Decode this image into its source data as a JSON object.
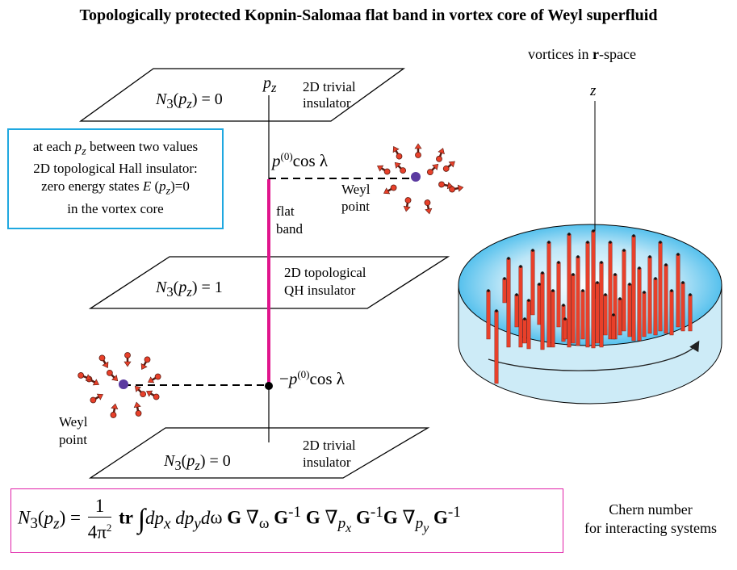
{
  "title": "Topologically protected Kopnin-Salomaa flat band in vortex core of Weyl superfluid",
  "info_box": {
    "lines": [
      "at each p_z between two values",
      "2D topological Hall insulator:",
      "zero energy states E (p_z)=0",
      "in the vortex core"
    ]
  },
  "planes": {
    "top": {
      "left_label": "N₃(p_z) = 0",
      "right_label_1": "2D trivial",
      "right_label_2": "insulator"
    },
    "middle": {
      "left_label": "N₃(p_z) = 1",
      "right_label_1": "2D topological",
      "right_label_2": "QH insulator"
    },
    "bottom": {
      "left_label": "N₃(p_z) = 0",
      "right_label_1": "2D trivial",
      "right_label_2": "insulator"
    }
  },
  "axis_label": "p_z",
  "upper_point_label": "p^(0)cos λ",
  "lower_point_label": "−p^(0)cos λ",
  "flat_band_label_1": "flat",
  "flat_band_label_2": "band",
  "weyl_upper": {
    "line1": "Weyl",
    "line2": "point"
  },
  "weyl_lower": {
    "line1": "Weyl",
    "line2": "point"
  },
  "vortices_label": "vortices in r-space",
  "vortices_label_bold": "r",
  "z_label": "z",
  "formula": "N₃(p_z) = (1/4π²) tr ∫ dp_x dp_y dω G ∇_ω G⁻¹ G ∇_{p_x} G⁻¹ G ∇_{p_y} G⁻¹",
  "chern_line1": "Chern number",
  "chern_line2": "for interacting systems",
  "colors": {
    "flat_band": "#e0158c",
    "weyl_point": "#5b3aa0",
    "arrow": "#e8402a",
    "box_border": "#1fa8e0",
    "formula_border": "#e020a8",
    "disk": "#7fd0f0"
  }
}
